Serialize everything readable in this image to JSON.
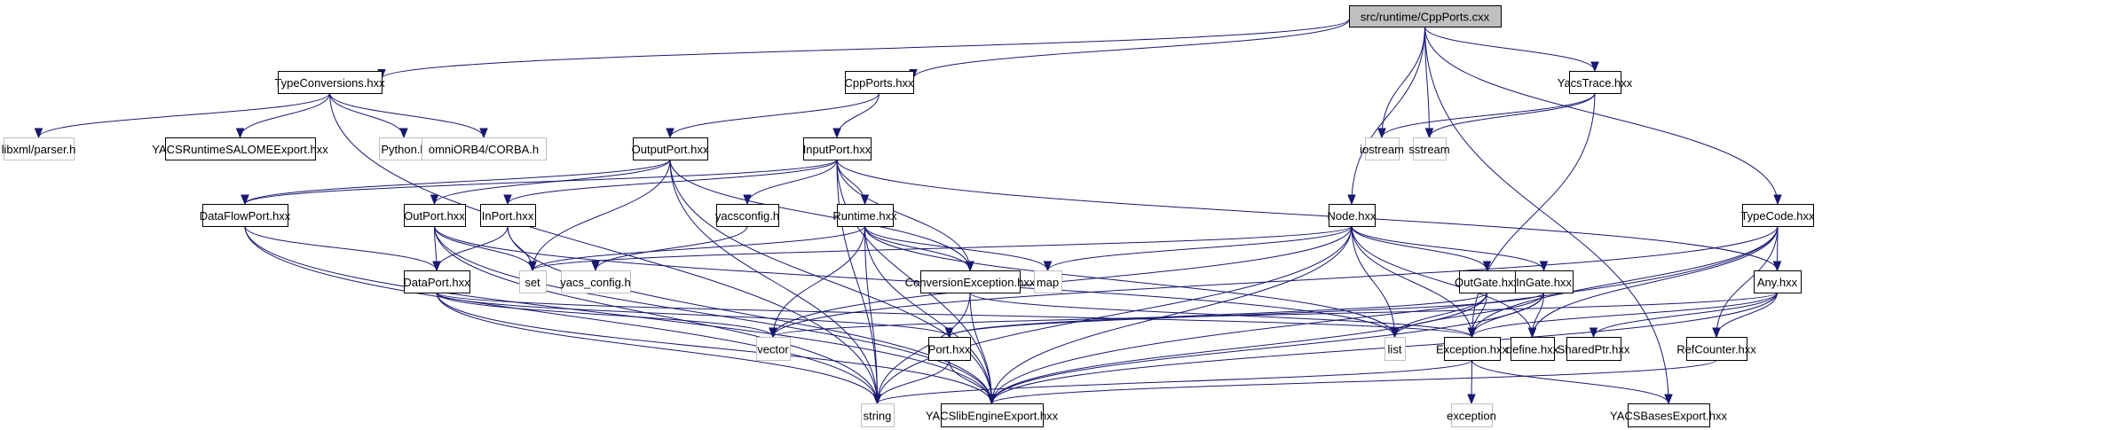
{
  "title": "src/runtime/CppPorts.cxx",
  "colors": {
    "edge": "#191970",
    "root_fill": "#bfbfbf",
    "doc_border": "#000000",
    "sys_border": "#bfbfbf"
  },
  "nodes": [
    {
      "id": "root",
      "label": "src/runtime/CppPorts.cxx",
      "kind": "root"
    },
    {
      "id": "TypeConversions",
      "label": "TypeConversions.hxx",
      "kind": "doc"
    },
    {
      "id": "CppPortsH",
      "label": "CppPorts.hxx",
      "kind": "doc"
    },
    {
      "id": "YacsTrace",
      "label": "YacsTrace.hxx",
      "kind": "doc"
    },
    {
      "id": "libxml",
      "label": "libxml/parser.h",
      "kind": "sys"
    },
    {
      "id": "YACSRuntimeSALOMEExport",
      "label": "YACSRuntimeSALOMEExport.hxx",
      "kind": "doc"
    },
    {
      "id": "Python",
      "label": "Python.h",
      "kind": "sys"
    },
    {
      "id": "omniORB",
      "label": "omniORB4/CORBA.h",
      "kind": "sys"
    },
    {
      "id": "OutputPort",
      "label": "OutputPort.hxx",
      "kind": "doc"
    },
    {
      "id": "InputPort",
      "label": "InputPort.hxx",
      "kind": "doc"
    },
    {
      "id": "iostream",
      "label": "iostream",
      "kind": "sys"
    },
    {
      "id": "sstream",
      "label": "sstream",
      "kind": "sys"
    },
    {
      "id": "DataFlowPort",
      "label": "DataFlowPort.hxx",
      "kind": "doc"
    },
    {
      "id": "OutPort",
      "label": "OutPort.hxx",
      "kind": "doc"
    },
    {
      "id": "InPort",
      "label": "InPort.hxx",
      "kind": "doc"
    },
    {
      "id": "yacsconfig",
      "label": "yacsconfig.h",
      "kind": "doc"
    },
    {
      "id": "Runtime",
      "label": "Runtime.hxx",
      "kind": "doc"
    },
    {
      "id": "Node",
      "label": "Node.hxx",
      "kind": "doc"
    },
    {
      "id": "TypeCode",
      "label": "TypeCode.hxx",
      "kind": "doc"
    },
    {
      "id": "set",
      "label": "set",
      "kind": "sys"
    },
    {
      "id": "yacs_config",
      "label": "yacs_config.h",
      "kind": "sys"
    },
    {
      "id": "DataPort",
      "label": "DataPort.hxx",
      "kind": "doc"
    },
    {
      "id": "ConversionException",
      "label": "ConversionException.hxx",
      "kind": "doc"
    },
    {
      "id": "map",
      "label": "map",
      "kind": "sys"
    },
    {
      "id": "OutGate",
      "label": "OutGate.hxx",
      "kind": "doc"
    },
    {
      "id": "InGate",
      "label": "InGate.hxx",
      "kind": "doc"
    },
    {
      "id": "Any",
      "label": "Any.hxx",
      "kind": "doc"
    },
    {
      "id": "vector",
      "label": "vector",
      "kind": "sys"
    },
    {
      "id": "Port",
      "label": "Port.hxx",
      "kind": "doc"
    },
    {
      "id": "list",
      "label": "list",
      "kind": "sys"
    },
    {
      "id": "Exception",
      "label": "Exception.hxx",
      "kind": "doc"
    },
    {
      "id": "define",
      "label": "define.hxx",
      "kind": "doc"
    },
    {
      "id": "SharedPtr",
      "label": "SharedPtr.hxx",
      "kind": "doc"
    },
    {
      "id": "RefCounter",
      "label": "RefCounter.hxx",
      "kind": "doc"
    },
    {
      "id": "string",
      "label": "string",
      "kind": "sys"
    },
    {
      "id": "YACSlibEngineExport",
      "label": "YACSlibEngineExport.hxx",
      "kind": "doc"
    },
    {
      "id": "exception",
      "label": "exception",
      "kind": "sys"
    },
    {
      "id": "YACSBasesExport",
      "label": "YACSBasesExport.hxx",
      "kind": "doc"
    }
  ],
  "edges": [
    [
      "root",
      "TypeConversions"
    ],
    [
      "root",
      "CppPortsH"
    ],
    [
      "root",
      "YacsTrace"
    ],
    [
      "root",
      "iostream"
    ],
    [
      "root",
      "sstream"
    ],
    [
      "root",
      "Node"
    ],
    [
      "root",
      "TypeCode"
    ],
    [
      "root",
      "YACSBasesExport"
    ],
    [
      "TypeConversions",
      "libxml"
    ],
    [
      "TypeConversions",
      "YACSRuntimeSALOMEExport"
    ],
    [
      "TypeConversions",
      "Python"
    ],
    [
      "TypeConversions",
      "omniORB"
    ],
    [
      "TypeConversions",
      "string"
    ],
    [
      "CppPortsH",
      "OutputPort"
    ],
    [
      "CppPortsH",
      "InputPort"
    ],
    [
      "YacsTrace",
      "iostream"
    ],
    [
      "YacsTrace",
      "sstream"
    ],
    [
      "YacsTrace",
      "Exception"
    ],
    [
      "OutputPort",
      "DataFlowPort"
    ],
    [
      "OutputPort",
      "OutPort"
    ],
    [
      "OutputPort",
      "ConversionException"
    ],
    [
      "OutputPort",
      "set"
    ],
    [
      "OutputPort",
      "string"
    ],
    [
      "OutputPort",
      "YACSlibEngineExport"
    ],
    [
      "InputPort",
      "DataFlowPort"
    ],
    [
      "InputPort",
      "InPort"
    ],
    [
      "InputPort",
      "yacsconfig"
    ],
    [
      "InputPort",
      "Runtime"
    ],
    [
      "InputPort",
      "ConversionException"
    ],
    [
      "InputPort",
      "Any"
    ],
    [
      "InputPort",
      "string"
    ],
    [
      "InputPort",
      "YACSlibEngineExport"
    ],
    [
      "DataFlowPort",
      "DataPort"
    ],
    [
      "DataFlowPort",
      "string"
    ],
    [
      "DataFlowPort",
      "YACSlibEngineExport"
    ],
    [
      "OutPort",
      "DataPort"
    ],
    [
      "OutPort",
      "set"
    ],
    [
      "OutPort",
      "list"
    ],
    [
      "OutPort",
      "string"
    ],
    [
      "OutPort",
      "YACSlibEngineExport"
    ],
    [
      "InPort",
      "DataPort"
    ],
    [
      "InPort",
      "set"
    ],
    [
      "InPort",
      "YACSlibEngineExport"
    ],
    [
      "yacsconfig",
      "yacs_config"
    ],
    [
      "Runtime",
      "ConversionException"
    ],
    [
      "Runtime",
      "map"
    ],
    [
      "Runtime",
      "set"
    ],
    [
      "Runtime",
      "vector"
    ],
    [
      "Runtime",
      "list"
    ],
    [
      "Runtime",
      "string"
    ],
    [
      "Runtime",
      "YACSlibEngineExport"
    ],
    [
      "Node",
      "map"
    ],
    [
      "Node",
      "set"
    ],
    [
      "Node",
      "OutGate"
    ],
    [
      "Node",
      "InGate"
    ],
    [
      "Node",
      "Exception"
    ],
    [
      "Node",
      "define"
    ],
    [
      "Node",
      "vector"
    ],
    [
      "Node",
      "list"
    ],
    [
      "Node",
      "string"
    ],
    [
      "Node",
      "YACSlibEngineExport"
    ],
    [
      "TypeCode",
      "Any"
    ],
    [
      "TypeCode",
      "RefCounter"
    ],
    [
      "TypeCode",
      "Exception"
    ],
    [
      "TypeCode",
      "vector"
    ],
    [
      "TypeCode",
      "YACSlibEngineExport"
    ],
    [
      "TypeCode",
      "define"
    ],
    [
      "DataPort",
      "Port"
    ],
    [
      "DataPort",
      "vector"
    ],
    [
      "DataPort",
      "Exception"
    ],
    [
      "DataPort",
      "string"
    ],
    [
      "DataPort",
      "YACSlibEngineExport"
    ],
    [
      "ConversionException",
      "Exception"
    ],
    [
      "ConversionException",
      "string"
    ],
    [
      "ConversionException",
      "YACSlibEngineExport"
    ],
    [
      "OutGate",
      "list"
    ],
    [
      "OutGate",
      "Exception"
    ],
    [
      "OutGate",
      "Port"
    ],
    [
      "OutGate",
      "YACSlibEngineExport"
    ],
    [
      "InGate",
      "list"
    ],
    [
      "InGate",
      "Exception"
    ],
    [
      "InGate",
      "Port"
    ],
    [
      "InGate",
      "define"
    ],
    [
      "InGate",
      "YACSlibEngineExport"
    ],
    [
      "Any",
      "Exception"
    ],
    [
      "Any",
      "SharedPtr"
    ],
    [
      "Any",
      "RefCounter"
    ],
    [
      "Any",
      "vector"
    ],
    [
      "Any",
      "YACSlibEngineExport"
    ],
    [
      "Port",
      "string"
    ],
    [
      "Port",
      "YACSlibEngineExport"
    ],
    [
      "Exception",
      "exception"
    ],
    [
      "Exception",
      "string"
    ],
    [
      "Exception",
      "YACSBasesExport"
    ],
    [
      "RefCounter",
      "YACSlibEngineExport"
    ]
  ]
}
